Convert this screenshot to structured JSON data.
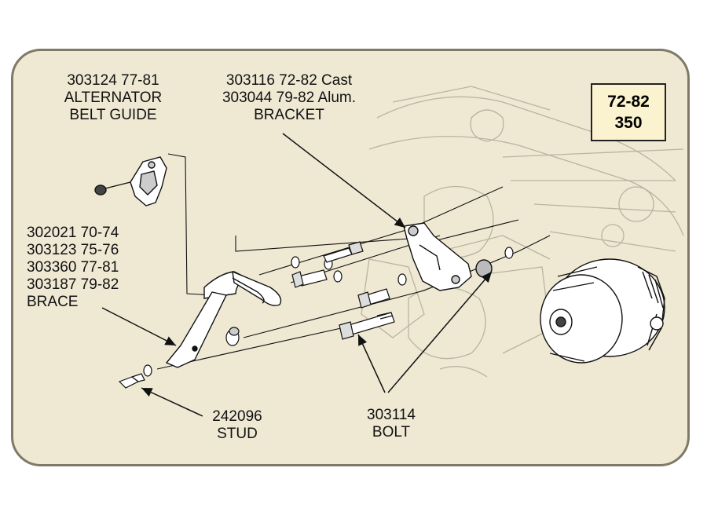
{
  "callouts": {
    "belt_guide": [
      "303124  77-81",
      "ALTERNATOR",
      "BELT GUIDE"
    ],
    "bracket": [
      "303116  72-82  Cast",
      "303044  79-82 Alum.",
      "BRACKET"
    ],
    "brace": [
      "302021  70-74",
      "303123  75-76",
      "303360  77-81",
      "303187  79-82",
      "BRACE"
    ],
    "stud": [
      "242096",
      "STUD"
    ],
    "bolt": [
      "303114",
      "BOLT"
    ]
  },
  "badge": [
    "72-82",
    "350"
  ],
  "colors": {
    "panel": "#efe9d4",
    "border": "#7f7a68",
    "badge": "#fbf3cf"
  }
}
